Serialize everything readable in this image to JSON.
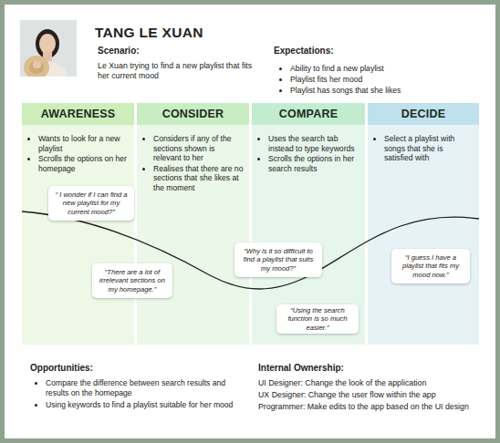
{
  "diagram": {
    "title": "TANG LE XUAN",
    "nodes": [
      {
        "text": [
          "AWARENESS",
          "Wants to look for a new playlist",
          "Scrolls the options on her homepage"
        ]
      },
      {
        "text": [
          "CONSIDER",
          "Considers if any of the sections shown is relevant to her",
          "Realises that there are no sections that she likes at the moment"
        ]
      },
      {
        "text": [
          "COMPARE",
          "Uses the search tab instead to type keywords",
          "Scrolls the options in her search results"
        ]
      },
      {
        "text": [
          "DECIDE",
          "Select a playlist with songs that she is satisfied with"
        ]
      },
      {
        "text": [
          "“ I wonder if I can find a new playlist for my current mood?”"
        ]
      },
      {
        "text": [
          "“There are a lot of irrelevant sections on my homepage.”"
        ]
      },
      {
        "text": [
          "“Why is it so difficult to find a playlist that suits my mood?”"
        ]
      },
      {
        "text": [
          "“Using the search function is so much easier.”"
        ]
      },
      {
        "text": [
          "“I guess I have a playlist that fits my mood now.”"
        ]
      }
    ],
    "labels": [
      "Scenario:",
      "Le Xuan trying to find a new playlist that fits her current mood",
      "Expectations:",
      "Ability to find a new playlist",
      "Playlist fits her mood",
      "Playlist has songs that she likes",
      "Opportunities:",
      "Compare the difference between search results and results on the homepage",
      "Using keywords to find a playlist suitable for her mood",
      "Internal Ownership:",
      "UI Designer: Change the look of the application",
      "UX Designer: Change the user flow within the app",
      "Programmer: Make edits to the app based on the UI design"
    ]
  }
}
